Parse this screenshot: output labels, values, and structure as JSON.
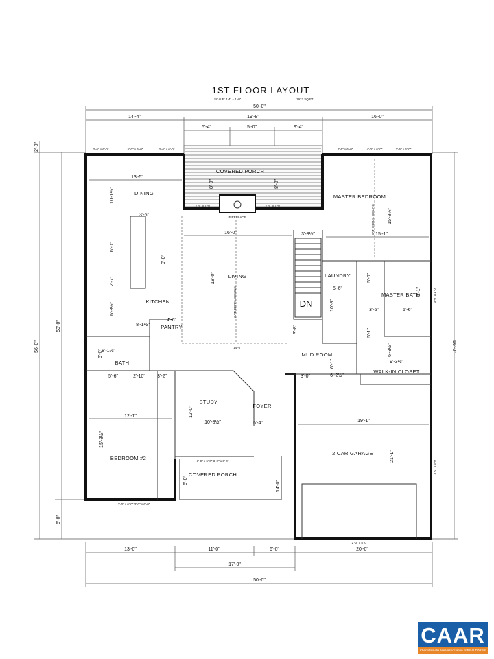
{
  "title": "1ST FLOOR LAYOUT",
  "scale": "SCALE: 1/4\" = 1'-0\"",
  "area": "1922 SQ FT",
  "rooms": {
    "covered_porch_rear": "COVERED PORCH",
    "fireplace": "FIREPLACE",
    "dining": "DINING",
    "kitchen": "KITCHEN",
    "pantry": "PANTRY",
    "bath": "BATH",
    "bedroom2": "BEDROOM #2",
    "living": "LIVING",
    "study": "STUDY",
    "foyer": "FOYER",
    "covered_porch_front": "COVERED PORCH",
    "master_bedroom": "MASTER BEDROOM",
    "laundry": "LAUNDRY",
    "master_bath": "MASTER BATH",
    "mud_room": "MUD ROOM",
    "walk_in_closet": "WALK-IN CLOSET",
    "garage": "2 CAR GARAGE",
    "stairs": "DN",
    "cathedral_living": "CATHEDRAL CEILING",
    "cathedral_master": "CATHEDRAL CEILING"
  },
  "dimensions": {
    "top_total": "50'-0\"",
    "top_left": "14'-4\"",
    "top_mid": "19'-8\"",
    "top_right": "16'-0\"",
    "porch_a": "5'-4\"",
    "porch_b": "5'-0\"",
    "porch_c": "9'-4\"",
    "left_porch": "2'-0\"",
    "left_main": "50'-0\"",
    "left_total": "56'-0\"",
    "left_bottom": "6'-0\"",
    "right_total": "56'-0\"",
    "bottom_a": "13'-0\"",
    "bottom_b": "11'-0\"",
    "bottom_c": "6'-0\"",
    "bottom_d": "20'-0\"",
    "bottom_mid": "17'-0\"",
    "bottom_total": "50'-0\"",
    "dining_w": "13'-5\"",
    "dining_h": "10'-1½\"",
    "island_w": "3'-6\"",
    "kitchen_a": "6'-0\"",
    "kitchen_b": "2'-7\"",
    "kitchen_c": "6'-3½\"",
    "island_h": "9'-0\"",
    "kitchen_d": "8'-1½\"",
    "pantry_w": "4'-6\"",
    "bath_w": "8'-1½\"",
    "bath_h": "5'-0\"",
    "hall_a": "5'-6\"",
    "hall_b": "2'-10\"",
    "hall_c": "3'-2\"",
    "bedroom2_w": "12'-1\"",
    "bedroom2_h": "15'-8½\"",
    "living_w": "16'-0\"",
    "living_h": "18'-0\"",
    "living_d": "14'-0\"",
    "study_w": "10'-8½\"",
    "study_h": "12'-0\"",
    "foyer_w": "6'-4\"",
    "front_porch_h": "6'-0\"",
    "front_porch_d": "14'-0\"",
    "porch_depth_a": "8'-0\"",
    "porch_depth_b": "8'-0\"",
    "stair_w": "3'-8½\"",
    "stair_b": "3'-8\"",
    "master_w": "15'-1\"",
    "master_h": "15'-8½\"",
    "laundry_w": "5'-6\"",
    "laundry_h": "10'-8\"",
    "mbath_a": "3'-6\"",
    "mbath_b": "5'-6\"",
    "mbath_c": "5'-0\"",
    "mbath_d": "5'-1\"",
    "mbath_e": "6'-1\"",
    "mud_a": "3'-0\"",
    "mud_b": "6'-1\"",
    "mud_c": "6'-2½\"",
    "closet_w": "9'-3½\"",
    "closet_h": "6'-3½\"",
    "garage_w": "19'-1\"",
    "garage_h": "21'-1\""
  },
  "windows": {
    "dining_top": [
      "2'-6\" x 6'-0\"",
      "5'-0\" x 6'-0\"",
      "2'-6\" x 6'-0\""
    ],
    "master_top": [
      "2'-6\" x 6'-0\"",
      "4'-0\" x 6'-0\"",
      "2'-6\" x 6'-0\""
    ],
    "fireplace_sides": [
      "2'-6\" x 7'-0\"",
      "2'-6\" x 7'-0\""
    ],
    "bedroom2_bottom": "3'-0\" x 6'-0\" 3'-0\" x 6'-0\"",
    "study_front": "3'-0\" x 6'-0\" 3'-0\" x 6'-0\"",
    "garage_door": "2'-0\" x 8'-0\"",
    "garage_side": "3'-0\" x 6'-0\"",
    "mbath_side": "3'-0\" x 1'-0\""
  },
  "logo": {
    "text": "CAAR",
    "subtitle": "Charlottesville Area Association of REALTORS®",
    "colors": {
      "primary": "#1a5ea8",
      "accent": "#e8862a"
    }
  }
}
